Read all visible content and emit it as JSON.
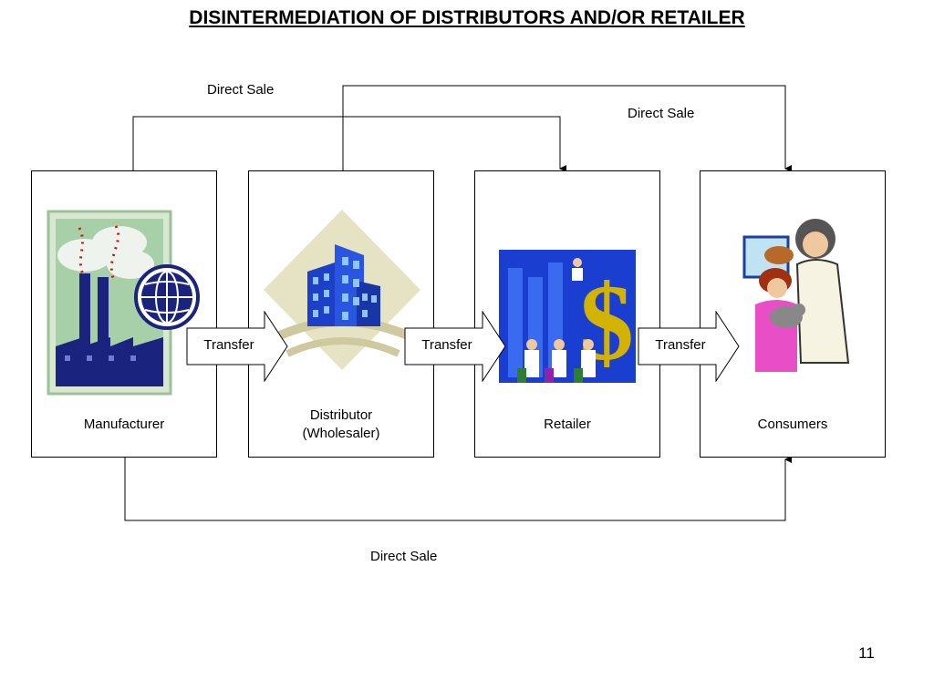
{
  "title": "DISINTERMEDIATION OF DISTRIBUTORS AND/OR RETAILER",
  "labels": {
    "direct_sale_top_left": "Direct Sale",
    "direct_sale_top_right": "Direct Sale",
    "direct_sale_bottom": "Direct Sale"
  },
  "boxes": [
    {
      "label": "Manufacturer",
      "icon": "factory-icon"
    },
    {
      "label_line1": "Distributor",
      "label_line2": "(Wholesaler)",
      "icon": "office-building-icon"
    },
    {
      "label": "Retailer",
      "icon": "business-people-dollar-icon"
    },
    {
      "label": "Consumers",
      "icon": "family-with-cat-icon"
    }
  ],
  "transfers": [
    "Transfer",
    "Transfer",
    "Transfer"
  ],
  "page_number": "11",
  "colors": {
    "navy": "#1a237e",
    "blue": "#1e40c8",
    "gold": "#d4b300",
    "line": "#000000"
  }
}
